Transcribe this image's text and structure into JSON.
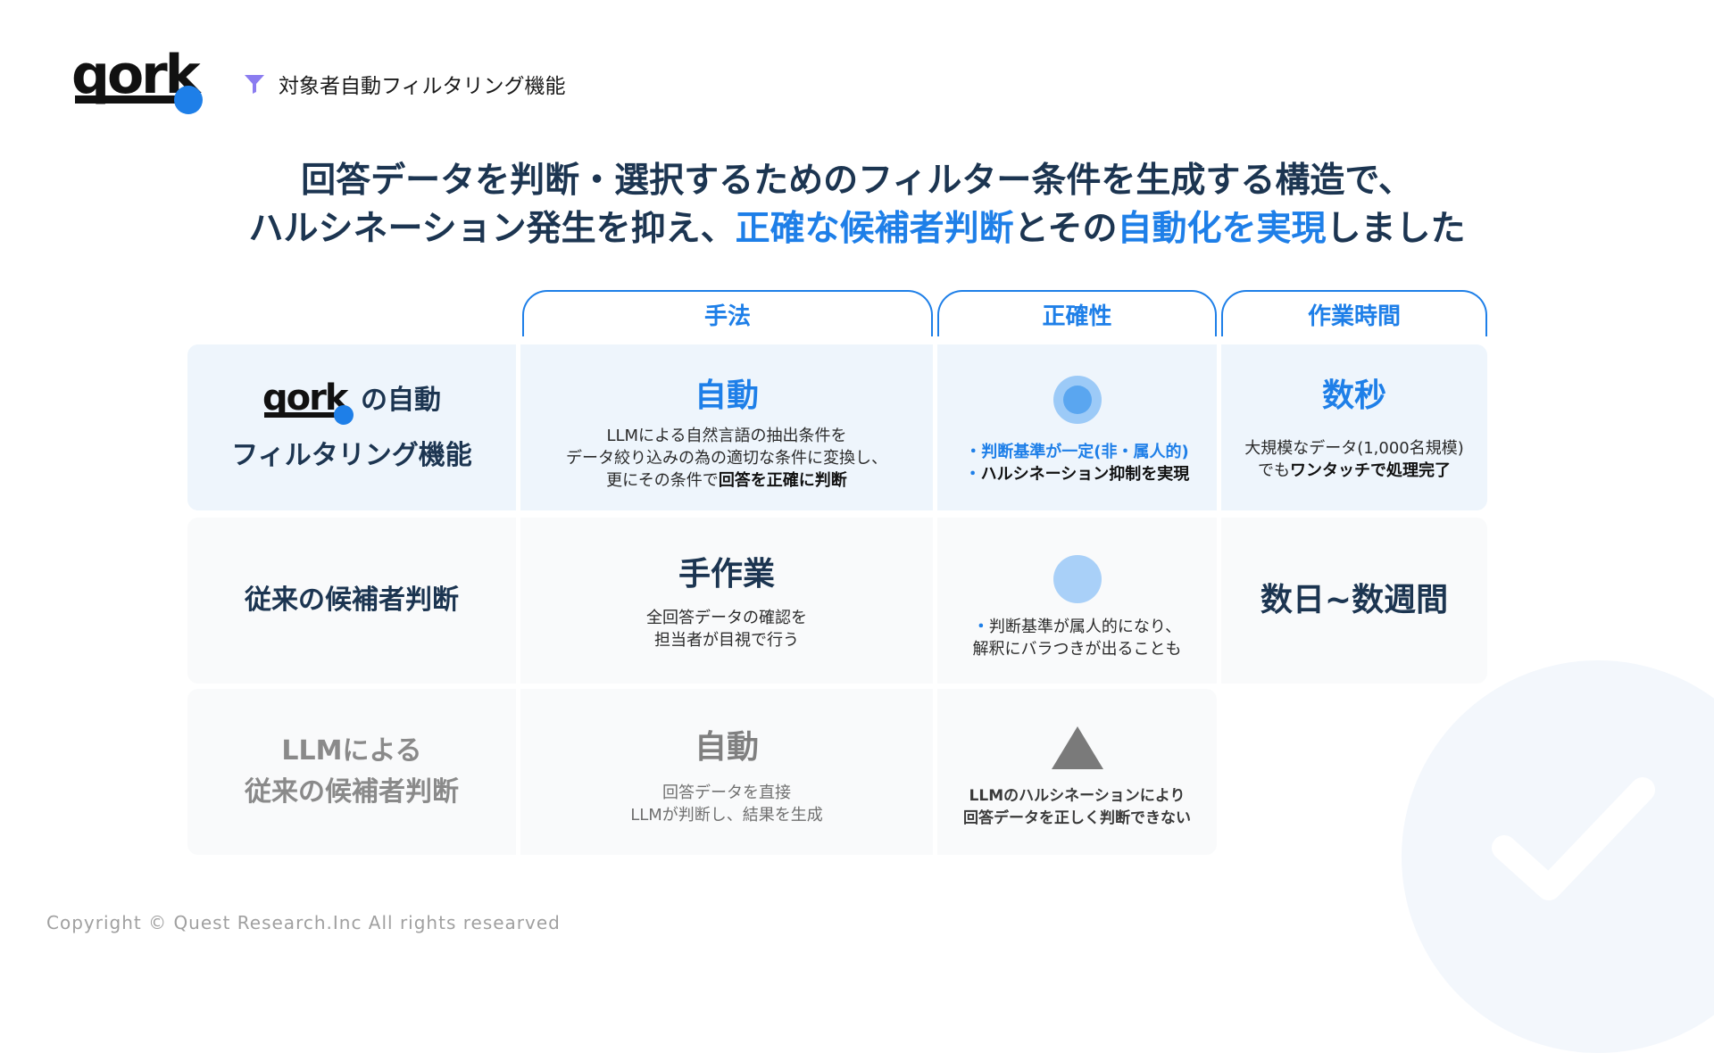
{
  "header": {
    "logo_text": "qork",
    "section_title": "対象者自動フィルタリング機能",
    "section_icon": "funnel-icon"
  },
  "headline": {
    "line1": "回答データを判断・選択するためのフィルター条件を生成する構造で、",
    "line2_a": "ハルシネーション発生を抑え、",
    "line2_hl1": "正確な候補者判断",
    "line2_b": "とその",
    "line2_hl2": "自動化を実現",
    "line2_c": "しました"
  },
  "columns": [
    "手法",
    "正確性",
    "作業時間"
  ],
  "rows": [
    {
      "label_logo": "qork",
      "label_line1_suffix": "の自動",
      "label_line2": "フィルタリング機能",
      "method_title": "自動",
      "method_desc": [
        "LLMによる自然言語の抽出条件を",
        "データ絞り込みの為の適切な条件に変換し、"
      ],
      "method_desc3_a": "更にその条件で",
      "method_desc3_b": "回答を正確に判断",
      "accuracy_symbol": "double-circle",
      "accuracy_desc": [
        "判断基準が一定(非・属人的)",
        "ハルシネーション抑制を実現"
      ],
      "time_title": "数秒",
      "time_desc1": "大規模なデータ(1,000名規模)",
      "time_desc2_a": "でも",
      "time_desc2_b": "ワンタッチで処理完了"
    },
    {
      "label": "従来の候補者判断",
      "method_title": "手作業",
      "method_desc": [
        "全回答データの確認を",
        "担当者が目視で行う"
      ],
      "accuracy_symbol": "circle",
      "accuracy_desc": [
        "判断基準が属人的になり、",
        "解釈にバラつきが出ることも"
      ],
      "time_title": "数日~数週間"
    },
    {
      "label": [
        "LLMによる",
        "従来の候補者判断"
      ],
      "method_title": "自動",
      "method_desc": [
        "回答データを直接",
        "LLMが判断し、結果を生成"
      ],
      "accuracy_symbol": "triangle",
      "accuracy_desc": [
        "LLMのハルシネーションにより",
        "回答データを正しく判断できない"
      ]
    }
  ],
  "footer": {
    "copyright": "Copyright © Quest Research.Inc All rights researved"
  },
  "colors": {
    "accent": "#1e7fe8",
    "navy": "#1c3551",
    "row_highlight": "#eef5fc",
    "row_plain": "#f9fafb"
  }
}
